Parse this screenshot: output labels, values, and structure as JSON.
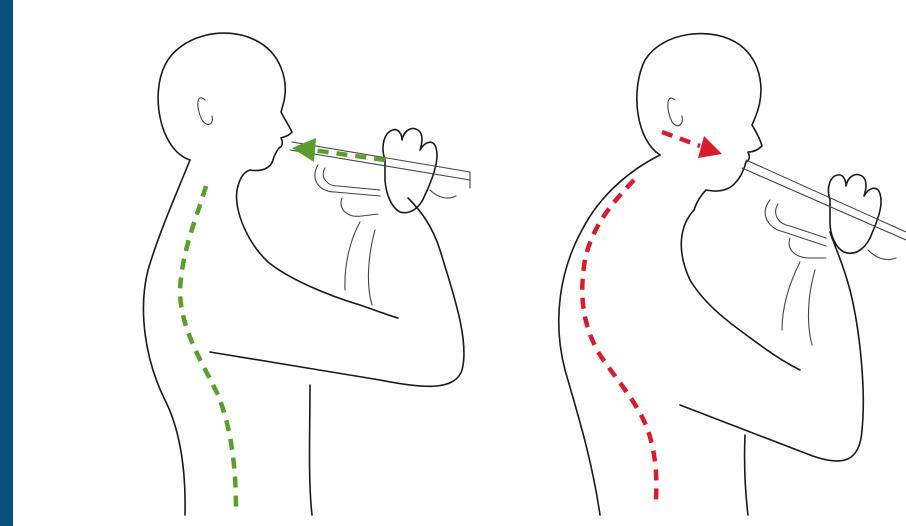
{
  "colors": {
    "band": "#0b4f7f",
    "good": "#5a9e2c",
    "bad": "#d61d2b",
    "line": "#1a1a1a",
    "background": "#ffffff"
  },
  "panels": [
    {
      "id": "good-posture",
      "posture": "upright",
      "arrow": "airflow-to-mouth"
    },
    {
      "id": "bad-posture",
      "posture": "slouched",
      "arrow": "neck-to-mouth"
    }
  ]
}
